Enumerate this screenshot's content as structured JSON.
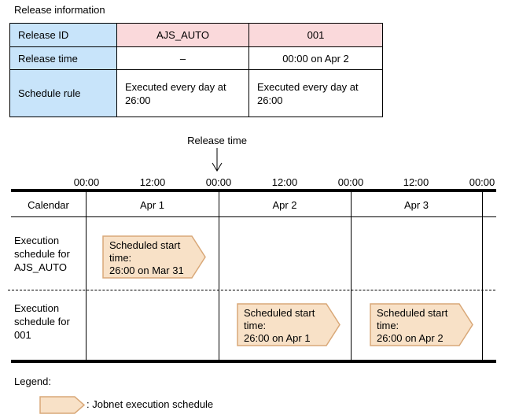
{
  "title": "Release information",
  "colors": {
    "label_cell_blue": "#c8e4fa",
    "release_id_pink": "#fad9db",
    "schedule_shape_fill": "#f8e1c7",
    "schedule_shape_border": "#d9a878",
    "line_black": "#000000"
  },
  "release_table": {
    "rows": [
      {
        "label": "Release ID",
        "values": [
          "AJS_AUTO",
          "001"
        ]
      },
      {
        "label": "Release time",
        "values": [
          "–",
          "00:00 on Apr 2"
        ]
      },
      {
        "label": "Schedule rule",
        "values": [
          "Executed every day at 26:00",
          "Executed every day at 26:00"
        ]
      }
    ]
  },
  "timeline": {
    "release_time_pointer": "Release time",
    "ticks": [
      "00:00",
      "12:00",
      "00:00",
      "12:00",
      "00:00",
      "12:00",
      "00:00"
    ],
    "calendar_label": "Calendar",
    "days": [
      "Apr 1",
      "Apr 2",
      "Apr 3"
    ],
    "schedule_rows": [
      {
        "label": "Execution schedule for AJS_AUTO",
        "shapes": [
          {
            "lines": [
              "Scheduled start",
              "time:",
              "26:00 on Mar 31"
            ]
          }
        ]
      },
      {
        "label": "Execution schedule for 001",
        "shapes": [
          {
            "lines": [
              "Scheduled start",
              "time:",
              "26:00 on Apr 1"
            ]
          },
          {
            "lines": [
              "Scheduled start",
              "time:",
              "26:00 on Apr 2"
            ]
          }
        ]
      }
    ]
  },
  "legend": {
    "title": "Legend:",
    "item_label": ": Jobnet execution schedule"
  }
}
